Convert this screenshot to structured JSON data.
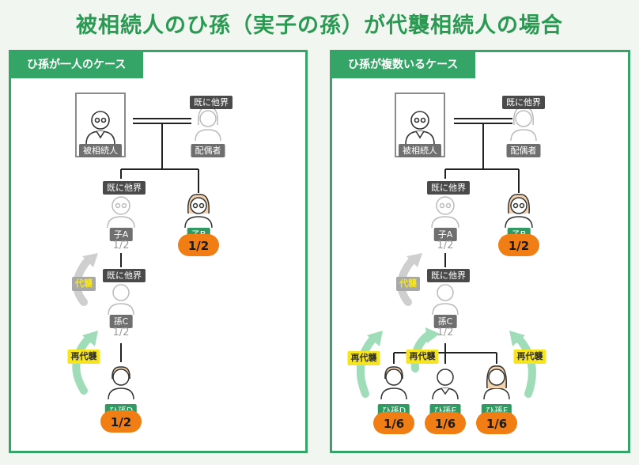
{
  "title": "被相続人のひ孫（実子の孫）が代襲相続人の場合",
  "panels": [
    {
      "tab": "ひ孫が一人のケース",
      "decedent": "被相続人",
      "spouse_label": "配偶者",
      "spouse_status": "既に他界",
      "childA_status": "既に他界",
      "childA_label": "子A",
      "childA_share": "1/2",
      "childB_label": "子B",
      "childB_share": "1/2",
      "gcC_status": "既に他界",
      "gcC_label": "孫C",
      "gcC_share": "1/2",
      "ggD_label": "ひ孫D",
      "ggD_share": "1/2",
      "tag_daishu": "代襲",
      "tag_saidaishu": "再代襲"
    },
    {
      "tab": "ひ孫が複数いるケース",
      "decedent": "被相続人",
      "spouse_label": "配偶者",
      "spouse_status": "既に他界",
      "childA_status": "既に他界",
      "childA_label": "子A",
      "childA_share": "1/2",
      "childB_label": "子B",
      "childB_share": "1/2",
      "gcC_status": "既に他界",
      "gcC_label": "孫C",
      "gcC_share": "1/2",
      "ggD_label": "ひ孫D",
      "ggD_share": "1/6",
      "ggE_label": "ひ孫E",
      "ggE_share": "1/6",
      "ggF_label": "ひ孫F",
      "ggF_share": "1/6",
      "tag_daishu": "代襲",
      "tag_saidaishu_1": "再代襲",
      "tag_saidaishu_2": "再代襲",
      "tag_saidaishu_3": "再代襲"
    }
  ],
  "colors": {
    "accent": "#34a467",
    "share": "#f07e14",
    "tag": "#f6e41e"
  }
}
